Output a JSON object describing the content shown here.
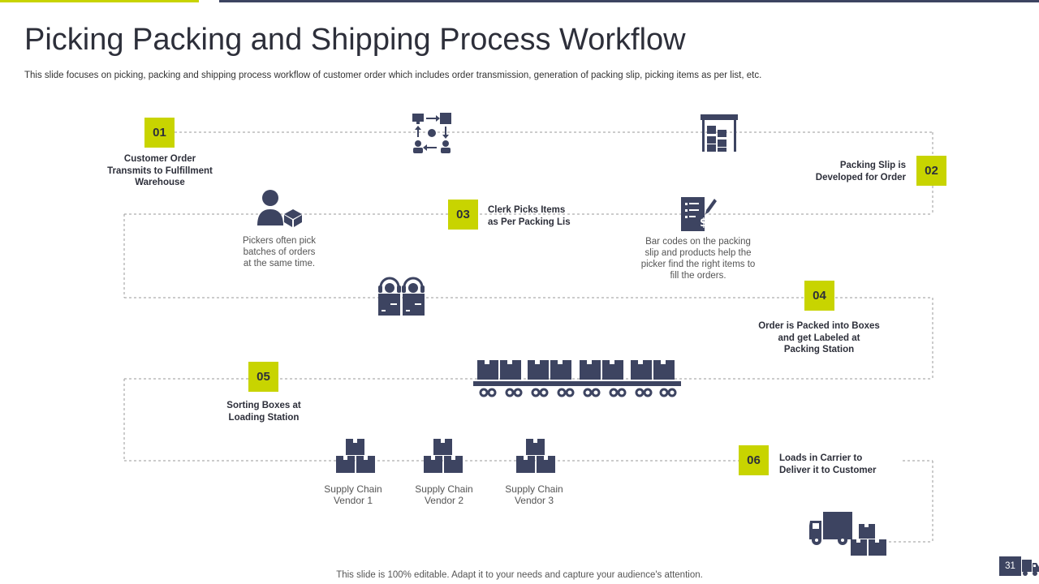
{
  "title": "Picking Packing and Shipping Process Workflow",
  "subtitle": "This slide focuses on picking, packing and shipping process workflow of customer order which includes order transmission, generation of packing slip, picking items as per list, etc.",
  "steps": [
    {
      "number": "01",
      "label": [
        "Customer Order",
        "Transmits to Fulfillment",
        "Warehouse"
      ]
    },
    {
      "number": "02",
      "label": [
        "Packing Slip is",
        "Developed for Order"
      ]
    },
    {
      "number": "03",
      "label": [
        "Clerk Picks Items",
        "as Per Packing Lis"
      ]
    },
    {
      "number": "04",
      "label": [
        "Order is Packed into Boxes",
        "and get Labeled at",
        "Packing Station"
      ]
    },
    {
      "number": "05",
      "label": [
        "Sorting Boxes at",
        "Loading Station"
      ]
    },
    {
      "number": "06",
      "label": [
        "Loads in Carrier to",
        "Deliver it to Customer"
      ]
    }
  ],
  "notes": {
    "pickers": [
      "Pickers often pick",
      "batches of orders",
      "at the same time."
    ],
    "barcodes": [
      "Bar codes on the packing",
      "slip and products help the",
      "picker find the right items to",
      "fill the orders."
    ]
  },
  "vendors": [
    [
      "Supply Chain",
      "Vendor 1"
    ],
    [
      "Supply Chain",
      "Vendor 2"
    ],
    [
      "Supply Chain",
      "Vendor 3"
    ]
  ],
  "footer": "This slide is 100% editable. Adapt it to your needs and capture your audience's attention.",
  "page_number": "31",
  "icons": [
    "workflow-icon",
    "warehouse-icon",
    "worker-with-box-icon",
    "invoice-icon",
    "support-agents-icon",
    "conveyor-belt-icon",
    "boxes-stack-icon",
    "delivery-truck-icon",
    "truck-corner-icon"
  ],
  "colors": {
    "accent": "#c8d400",
    "icon": "#3d4461",
    "line": "#9a9a9a",
    "text": "#2d2f3a"
  }
}
